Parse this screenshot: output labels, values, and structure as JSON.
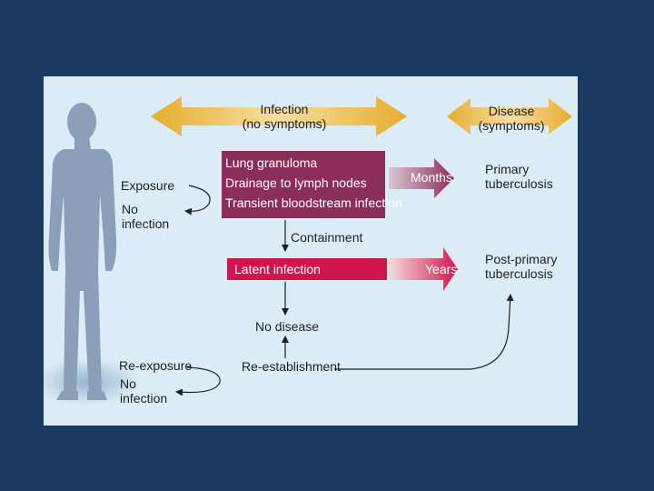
{
  "diagram": {
    "infection_label": [
      "Infection",
      "(no symptoms)"
    ],
    "disease_label": [
      "Disease",
      "(symptoms)"
    ],
    "exposure": "Exposure",
    "no_infection_1": [
      "No",
      "infection"
    ],
    "granuloma_box": {
      "lines": [
        "Lung granuloma",
        "Drainage to lymph nodes",
        "Transient bloodstream infection"
      ],
      "color": "#8c2e5a"
    },
    "months": "Months",
    "primary_tb": [
      "Primary",
      "tuberculosis"
    ],
    "containment": "Containment",
    "latent_box": {
      "label": "Latent infection",
      "color": "#d0164a"
    },
    "years": "Years",
    "post_primary_tb": [
      "Post-primary",
      "tuberculosis"
    ],
    "no_disease": "No disease",
    "re_exposure": "Re-exposure",
    "no_infection_2": [
      "No",
      "infection"
    ],
    "re_establishment": "Re-establishment",
    "colors": {
      "slide_background": "#1a3a60",
      "panel_background": "#dcecf6",
      "infection_arrow": "#e8b43c",
      "silhouette": "#8aa0b8"
    }
  }
}
